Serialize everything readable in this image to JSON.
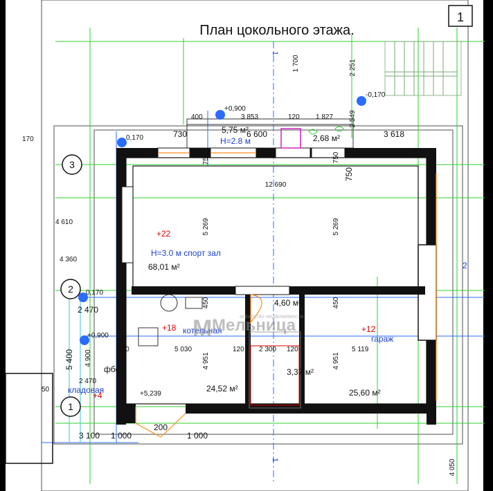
{
  "sheet": {
    "number": "1",
    "title": "План цокольного этажа."
  },
  "logo": {
    "name": "Мельница",
    "tagline": "агентство недвижимости"
  },
  "axes": {
    "a3": "3",
    "a2": "2",
    "a1": "1",
    "right2": "2",
    "top1": "1",
    "bottom1": "1"
  },
  "dims": {
    "d1700": "1 700",
    "d2251": "2 251",
    "d400": "400",
    "d3853": "3 853",
    "d120a": "120",
    "d1827": "1 827",
    "d2549": "2 549",
    "d730": "730",
    "d6600": "6 600",
    "d3618": "3 618",
    "d170": "170",
    "d750a": "750",
    "d750b": "750",
    "d750c": "750",
    "d12690": "12 690",
    "d4610": "4 610",
    "d5269a": "5 269",
    "d5269b": "5 269",
    "d4360": "4 360",
    "d2470a": "2 470",
    "d450a": "450",
    "d450b": "450",
    "d5400": "5 400",
    "d4900": "4 900",
    "d750d": "750",
    "d5030": "5 030",
    "d120b": "120",
    "d2300": "2 300",
    "d120c": "120",
    "d5119": "5 119",
    "d4951a": "4 951",
    "d4951b": "4 951",
    "d2470b": "2 470",
    "d50": "50",
    "d3100": "3 100",
    "d1000a": "1 000",
    "d200": "200",
    "d1000b": "1 000",
    "d4050": "4 050"
  },
  "levels": {
    "l1": "+0,900",
    "l2": "-0,170",
    "l3": "0,170",
    "l4": "0,170",
    "l5": "+0,900",
    "l6": "+5,239"
  },
  "rooms": {
    "wc": {
      "area": "5,75 м²",
      "height": "Н=2.8 м"
    },
    "bath": {
      "area": "2,68 м²"
    },
    "gym": {
      "num": "+22",
      "name": "Н=3.0 м спорт зал",
      "area": "68,01 м²"
    },
    "boiler": {
      "num": "+18",
      "name": "котельная",
      "area": "24,52 м²"
    },
    "hall": {
      "area": "4,60 м²"
    },
    "stair": {
      "area": "3,37 м²"
    },
    "garage": {
      "num": "+12",
      "name": "гараж",
      "area": "25,60 м²"
    },
    "storage": {
      "num": "+4",
      "name": "кладовая"
    },
    "fbs": {
      "label": "фбс"
    }
  }
}
